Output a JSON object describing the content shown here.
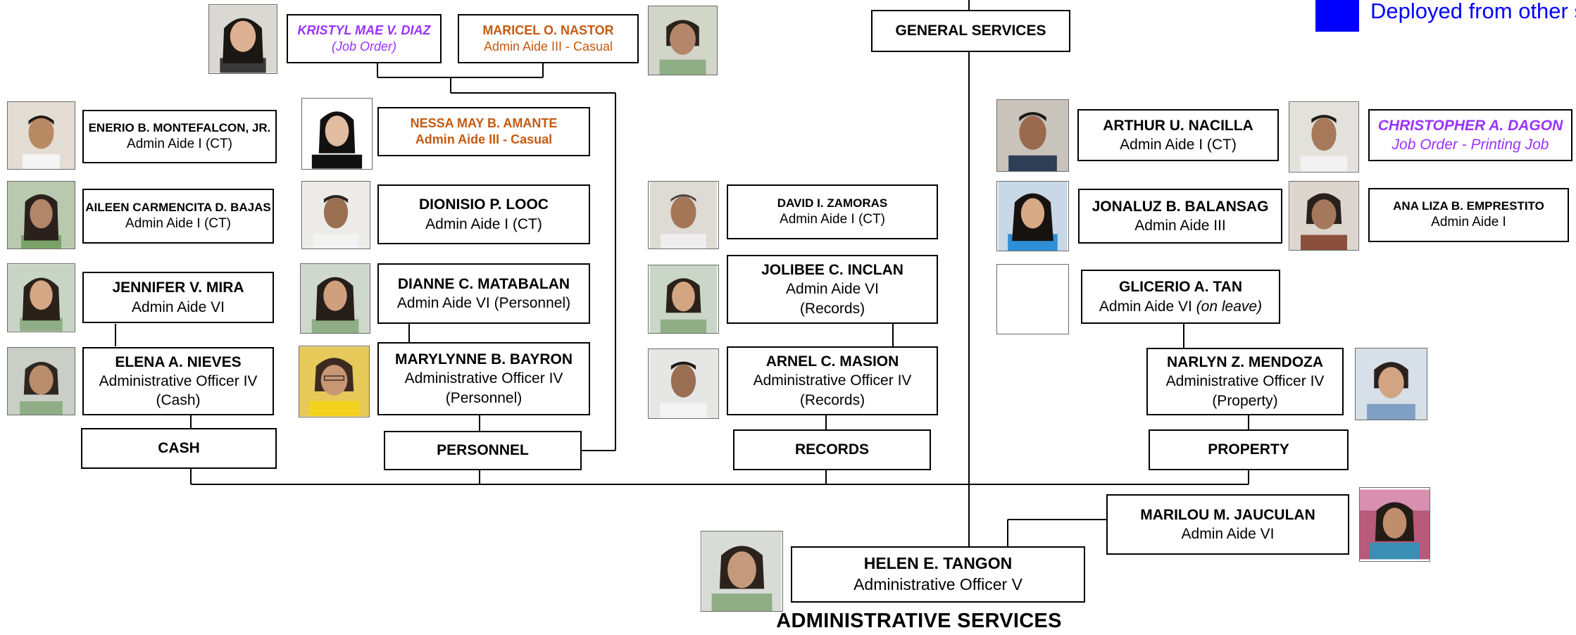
{
  "title": "ADMINISTRATIVE SERVICES",
  "legend": {
    "label": "Deployed from other s",
    "color": "#0000ff"
  },
  "head": {
    "name": "HELEN E. TANGON",
    "role": "Administrative Officer V"
  },
  "assistant": {
    "name": "MARILOU M. JAUCULAN",
    "role": "Admin Aide VI"
  },
  "units": {
    "cash": "CASH",
    "personnel": "PERSONNEL",
    "records": "RECORDS",
    "property": "PROPERTY",
    "general": "GENERAL SERVICES"
  },
  "cash": [
    {
      "name": "ELENA A. NIEVES",
      "role": "Administrative Officer IV",
      "role2": "(Cash)"
    },
    {
      "name": "JENNIFER V. MIRA",
      "role": "Admin Aide VI"
    },
    {
      "name": "AILEEN CARMENCITA D. BAJAS",
      "role": "Admin Aide I (CT)"
    },
    {
      "name": "ENERIO B. MONTEFALCON, JR.",
      "role": "Admin Aide I (CT)"
    }
  ],
  "personnel": [
    {
      "name": "MARYLYNNE B. BAYRON",
      "role": "Administrative Officer IV",
      "role2": "(Personnel)"
    },
    {
      "name": "DIANNE C. MATABALAN",
      "role": "Admin Aide VI (Personnel)"
    },
    {
      "name": "DIONISIO P. LOOC",
      "role": "Admin Aide I (CT)"
    },
    {
      "name": "NESSA MAY  B. AMANTE",
      "role": "Admin Aide III - Casual"
    },
    {
      "name": "KRISTYL MAE V. DIAZ",
      "role": "(Job Order)"
    },
    {
      "name": "MARICEL O. NASTOR",
      "role": "Admin Aide III - Casual"
    }
  ],
  "records": [
    {
      "name": "ARNEL C. MASION",
      "role": "Administrative Officer IV",
      "role2": "(Records)"
    },
    {
      "name": "JOLIBEE C. INCLAN",
      "role": "Admin Aide VI",
      "role2": "(Records)"
    },
    {
      "name": "DAVID I. ZAMORAS",
      "role": "Admin Aide I (CT)"
    }
  ],
  "property": [
    {
      "name": "NARLYN Z. MENDOZA",
      "role": "Administrative Officer IV",
      "role2": "(Property)"
    },
    {
      "name": "GLICERIO A. TAN",
      "role": "Admin Aide VI",
      "role_note": "(on leave)"
    },
    {
      "name": "JONALUZ B. BALANSAG",
      "role": "Admin Aide III"
    },
    {
      "name": "ARTHUR U. NACILLA",
      "role": "Admin Aide I (CT)"
    },
    {
      "name": "ANA LIZA B. EMPRESTITO",
      "role": "Admin Aide I"
    },
    {
      "name": "CHRISTOPHER A. DAGON",
      "role": "Job Order - Printing Job"
    }
  ],
  "colors": {
    "casual": "#c55a11",
    "job_order": "#9933ff",
    "line": "#000000"
  }
}
